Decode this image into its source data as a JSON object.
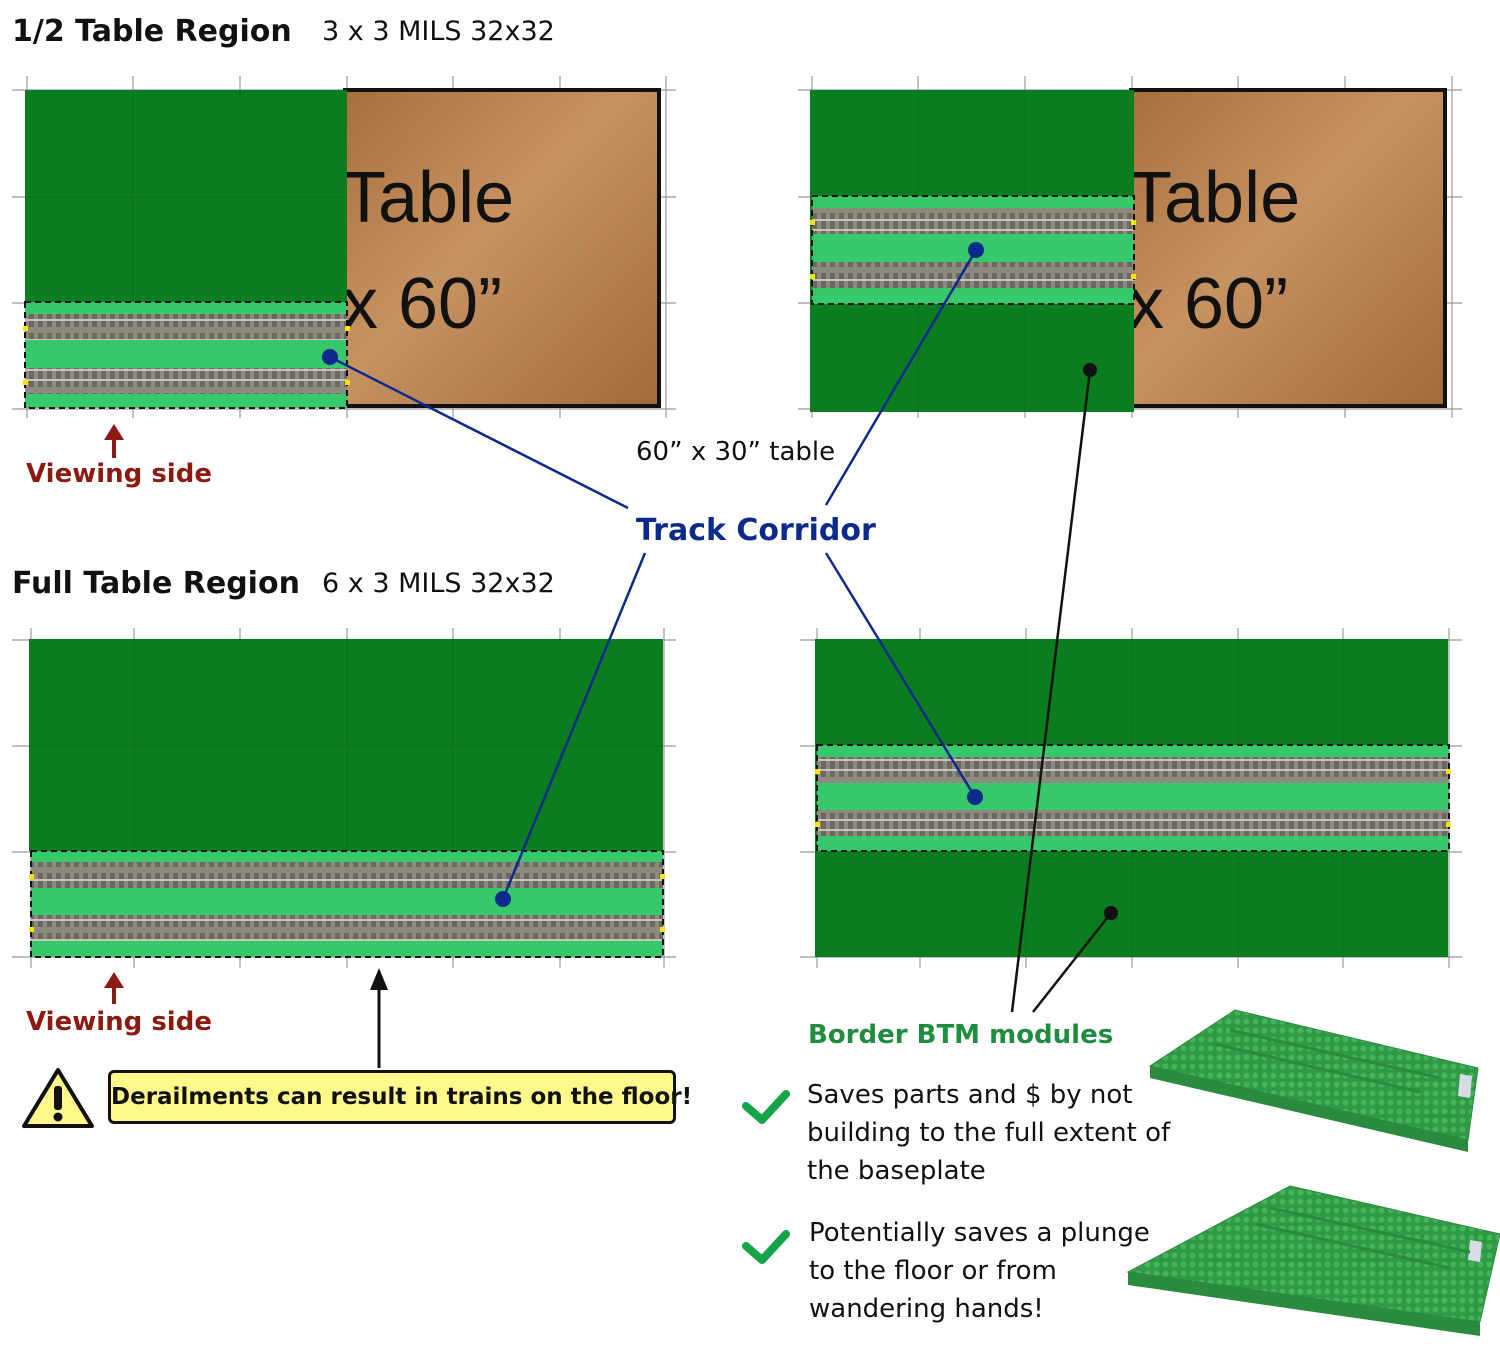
{
  "half_region": {
    "title": "1/2 Table Region",
    "subtitle": "3 x 3 MILS 32x32"
  },
  "full_region": {
    "title": "Full Table Region",
    "subtitle": "6 x 3 MILS 32x32"
  },
  "viewing_side": "Viewing side",
  "table_label": "60” x 30” table",
  "table_text": {
    "line1": "Table",
    "line2": "x 60”"
  },
  "track_corridor": "Track Corridor",
  "border_modules": "Border BTM modules",
  "warning": "Derailments can result in trains on the floor!",
  "benefits": [
    {
      "lines": [
        "Saves parts and $ by not",
        "building to the full extent of",
        "the baseplate"
      ]
    },
    {
      "lines": [
        "Potentially saves a plunge",
        "to the floor or from",
        "wandering hands!"
      ]
    }
  ],
  "colors": {
    "dark_green": "#0a7d1e",
    "light_green": "#36c96c",
    "wood": "#b8824f",
    "corridor_blue": "#0b2a8c",
    "viewing_red": "#8b1a10",
    "check_green": "#17a34a",
    "warning_yellow": "#fff88a"
  },
  "icons": [
    "warning-icon",
    "check-icon",
    "arrow-up-icon",
    "baseplate-icon"
  ]
}
